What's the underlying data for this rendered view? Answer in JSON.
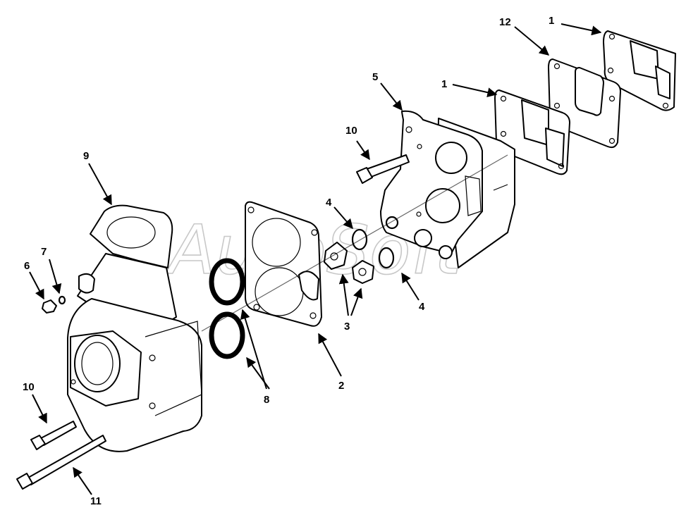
{
  "watermark": "AutoSoft",
  "callouts": {
    "c1_top": "1",
    "c12": "12",
    "c5": "5",
    "c1_mid": "1",
    "c10_top": "10",
    "c9": "9",
    "c4_left": "4",
    "c7": "7",
    "c6": "6",
    "c4_right": "4",
    "c3": "3",
    "c2": "2",
    "c8": "8",
    "c10_bottom": "10",
    "c11": "11"
  }
}
